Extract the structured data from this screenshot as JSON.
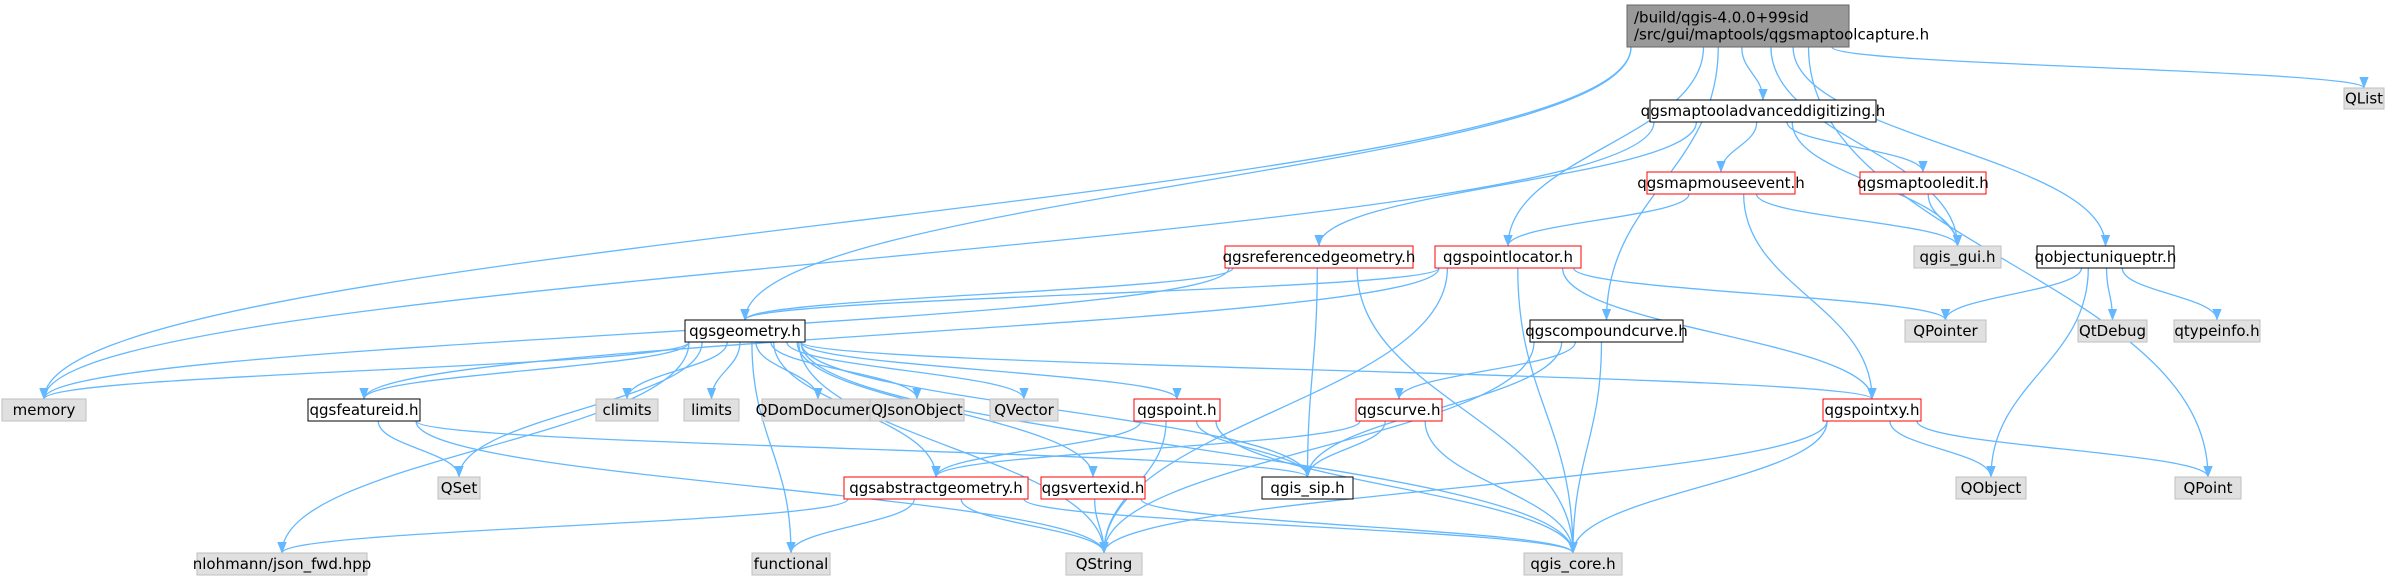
{
  "graph": {
    "colors": {
      "edge": "#63b8ff",
      "root_fill": "#999999",
      "root_border": "#666666",
      "documented_fill": "#ffffff",
      "documented_border": "#000000",
      "undocumented_fill": "#e0e0e0",
      "undocumented_border": "#bfbfbf",
      "truncated_border": "#ff0000"
    },
    "nodes": {
      "root": {
        "lines": [
          "/build/qgis-4.0.0+99sid",
          "/src/gui/maptools/qgsmaptoolcapture.h"
        ],
        "style": "root"
      },
      "qlist": {
        "lines": [
          "QList"
        ],
        "style": "external"
      },
      "advdig": {
        "lines": [
          "qgsmaptooladvanceddigitizing.h"
        ],
        "style": "documented"
      },
      "mouseevent": {
        "lines": [
          "qgsmapmouseevent.h"
        ],
        "style": "truncated"
      },
      "tooledit": {
        "lines": [
          "qgsmaptooledit.h"
        ],
        "style": "truncated"
      },
      "qgisgui": {
        "lines": [
          "qgis_gui.h"
        ],
        "style": "external"
      },
      "objuniq": {
        "lines": [
          "qobjectuniqueptr.h"
        ],
        "style": "documented"
      },
      "refgeom": {
        "lines": [
          "qgsreferencedgeometry.h"
        ],
        "style": "truncated"
      },
      "pointlocator": {
        "lines": [
          "qgspointlocator.h"
        ],
        "style": "truncated"
      },
      "qpointer": {
        "lines": [
          "QPointer"
        ],
        "style": "external"
      },
      "qtdebug": {
        "lines": [
          "QtDebug"
        ],
        "style": "external"
      },
      "qtypeinfo": {
        "lines": [
          "qtypeinfo.h"
        ],
        "style": "external"
      },
      "geometry": {
        "lines": [
          "qgsgeometry.h"
        ],
        "style": "documented"
      },
      "compound": {
        "lines": [
          "qgscompoundcurve.h"
        ],
        "style": "documented"
      },
      "memory": {
        "lines": [
          "memory"
        ],
        "style": "external"
      },
      "featureid": {
        "lines": [
          "qgsfeatureid.h"
        ],
        "style": "documented"
      },
      "climits": {
        "lines": [
          "climits"
        ],
        "style": "external"
      },
      "limits": {
        "lines": [
          "limits"
        ],
        "style": "external"
      },
      "qdomdoc": {
        "lines": [
          "QDomDocument"
        ],
        "style": "external"
      },
      "qjson": {
        "lines": [
          "QJsonObject"
        ],
        "style": "external"
      },
      "qvector": {
        "lines": [
          "QVector"
        ],
        "style": "external"
      },
      "qgspoint": {
        "lines": [
          "qgspoint.h"
        ],
        "style": "truncated"
      },
      "curve": {
        "lines": [
          "qgscurve.h"
        ],
        "style": "truncated"
      },
      "pointxy": {
        "lines": [
          "qgspointxy.h"
        ],
        "style": "truncated"
      },
      "qset": {
        "lines": [
          "QSet"
        ],
        "style": "external"
      },
      "absgeom": {
        "lines": [
          "qgsabstractgeometry.h"
        ],
        "style": "truncated"
      },
      "vertexid": {
        "lines": [
          "qgsvertexid.h"
        ],
        "style": "truncated"
      },
      "qgissip": {
        "lines": [
          "qgis_sip.h"
        ],
        "style": "documented"
      },
      "qobject": {
        "lines": [
          "QObject"
        ],
        "style": "external"
      },
      "qpoint": {
        "lines": [
          "QPoint"
        ],
        "style": "external"
      },
      "json": {
        "lines": [
          "nlohmann/json_fwd.hpp"
        ],
        "style": "external"
      },
      "functional": {
        "lines": [
          "functional"
        ],
        "style": "external"
      },
      "qstring": {
        "lines": [
          "QString"
        ],
        "style": "external"
      },
      "qgiscore": {
        "lines": [
          "qgis_core.h"
        ],
        "style": "external"
      }
    },
    "edges": [
      [
        "root",
        "qlist"
      ],
      [
        "root",
        "advdig"
      ],
      [
        "root",
        "qgisgui"
      ],
      [
        "root",
        "objuniq"
      ],
      [
        "root",
        "pointlocator"
      ],
      [
        "root",
        "compound"
      ],
      [
        "root",
        "geometry"
      ],
      [
        "root",
        "memory"
      ],
      [
        "root",
        "qpoint"
      ],
      [
        "advdig",
        "mouseevent"
      ],
      [
        "advdig",
        "tooledit"
      ],
      [
        "advdig",
        "qgisgui"
      ],
      [
        "advdig",
        "refgeom"
      ],
      [
        "advdig",
        "memory"
      ],
      [
        "mouseevent",
        "pointlocator"
      ],
      [
        "mouseevent",
        "qgisgui"
      ],
      [
        "mouseevent",
        "pointxy"
      ],
      [
        "tooledit",
        "qgisgui"
      ],
      [
        "objuniq",
        "qpointer"
      ],
      [
        "objuniq",
        "qtdebug"
      ],
      [
        "objuniq",
        "qtypeinfo"
      ],
      [
        "objuniq",
        "qobject"
      ],
      [
        "refgeom",
        "geometry"
      ],
      [
        "refgeom",
        "qgissip"
      ],
      [
        "refgeom",
        "memory"
      ],
      [
        "refgeom",
        "qgiscore"
      ],
      [
        "pointlocator",
        "geometry"
      ],
      [
        "pointlocator",
        "qpointer"
      ],
      [
        "pointlocator",
        "pointxy"
      ],
      [
        "pointlocator",
        "qgiscore"
      ],
      [
        "pointlocator",
        "qstring"
      ],
      [
        "pointlocator",
        "featureid"
      ],
      [
        "geometry",
        "memory"
      ],
      [
        "geometry",
        "climits"
      ],
      [
        "geometry",
        "limits"
      ],
      [
        "geometry",
        "qdomdoc"
      ],
      [
        "geometry",
        "qjson"
      ],
      [
        "geometry",
        "qvector"
      ],
      [
        "geometry",
        "qgspoint"
      ],
      [
        "geometry",
        "pointxy"
      ],
      [
        "geometry",
        "featureid"
      ],
      [
        "geometry",
        "qset"
      ],
      [
        "geometry",
        "absgeom"
      ],
      [
        "geometry",
        "vertexid"
      ],
      [
        "geometry",
        "qgissip"
      ],
      [
        "geometry",
        "json"
      ],
      [
        "geometry",
        "functional"
      ],
      [
        "geometry",
        "qstring"
      ],
      [
        "geometry",
        "qgiscore"
      ],
      [
        "compound",
        "curve"
      ],
      [
        "compound",
        "qgissip"
      ],
      [
        "compound",
        "qgiscore"
      ],
      [
        "compound",
        "qstring"
      ],
      [
        "featureid",
        "qset"
      ],
      [
        "featureid",
        "qstring"
      ],
      [
        "featureid",
        "qgissip"
      ],
      [
        "qgspoint",
        "absgeom"
      ],
      [
        "qgspoint",
        "qgissip"
      ],
      [
        "qgspoint",
        "qstring"
      ],
      [
        "qgspoint",
        "qgiscore"
      ],
      [
        "curve",
        "absgeom"
      ],
      [
        "curve",
        "qgissip"
      ],
      [
        "curve",
        "qgiscore"
      ],
      [
        "pointxy",
        "qobject"
      ],
      [
        "pointxy",
        "qpoint"
      ],
      [
        "pointxy",
        "qgiscore"
      ],
      [
        "pointxy",
        "qstring"
      ],
      [
        "absgeom",
        "json"
      ],
      [
        "absgeom",
        "functional"
      ],
      [
        "absgeom",
        "qstring"
      ],
      [
        "absgeom",
        "qgiscore"
      ],
      [
        "vertexid",
        "qstring"
      ],
      [
        "vertexid",
        "qgiscore"
      ]
    ]
  }
}
